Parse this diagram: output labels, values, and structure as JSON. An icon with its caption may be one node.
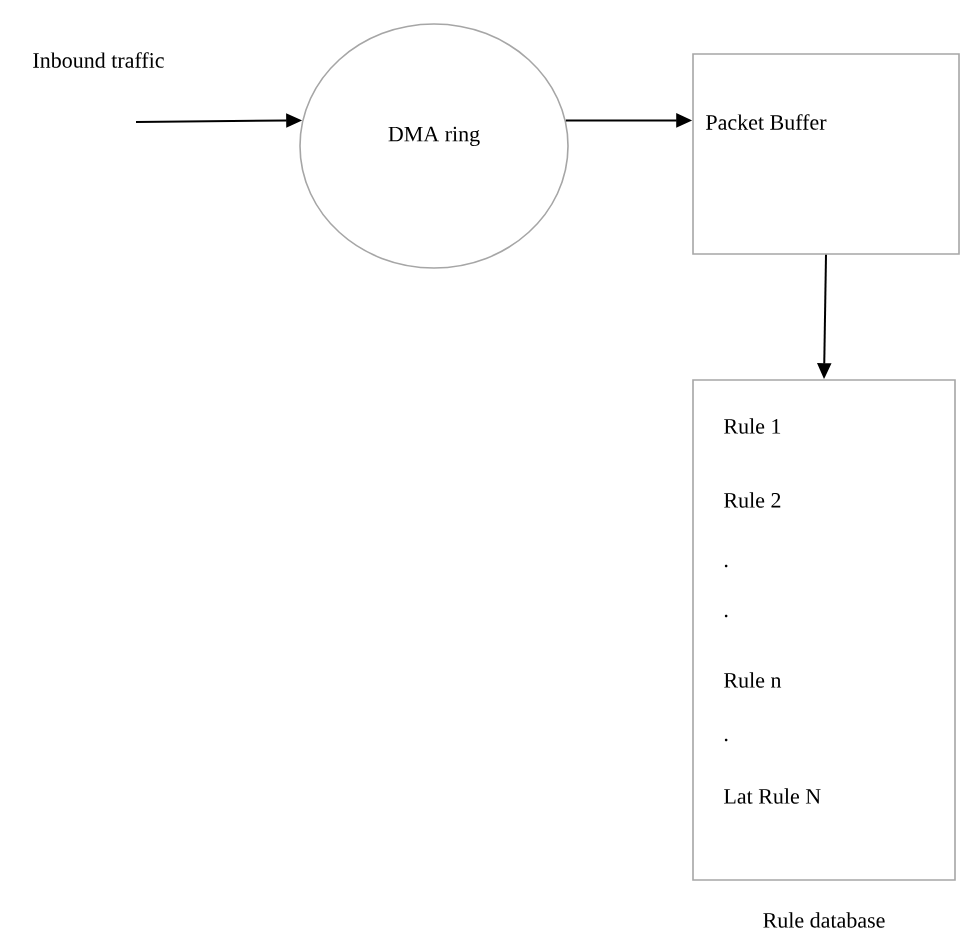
{
  "diagram": {
    "nodes": [
      {
        "text": [
          "DMA ring"
        ]
      },
      {
        "text": [
          "Packet Buffer"
        ]
      },
      {
        "text": [
          "Rule 1",
          "Rule 2",
          ".",
          ".",
          "Rule n",
          ".",
          "Lat Rule N"
        ],
        "beside": [
          "Rule database"
        ]
      }
    ],
    "edges": [
      {
        "from": null,
        "to": 0,
        "arrow": "to",
        "label": "Inbound traffic"
      },
      {
        "from": 0,
        "to": 1,
        "arrow": "to"
      },
      {
        "from": 1,
        "to": 2,
        "arrow": "to"
      }
    ]
  }
}
